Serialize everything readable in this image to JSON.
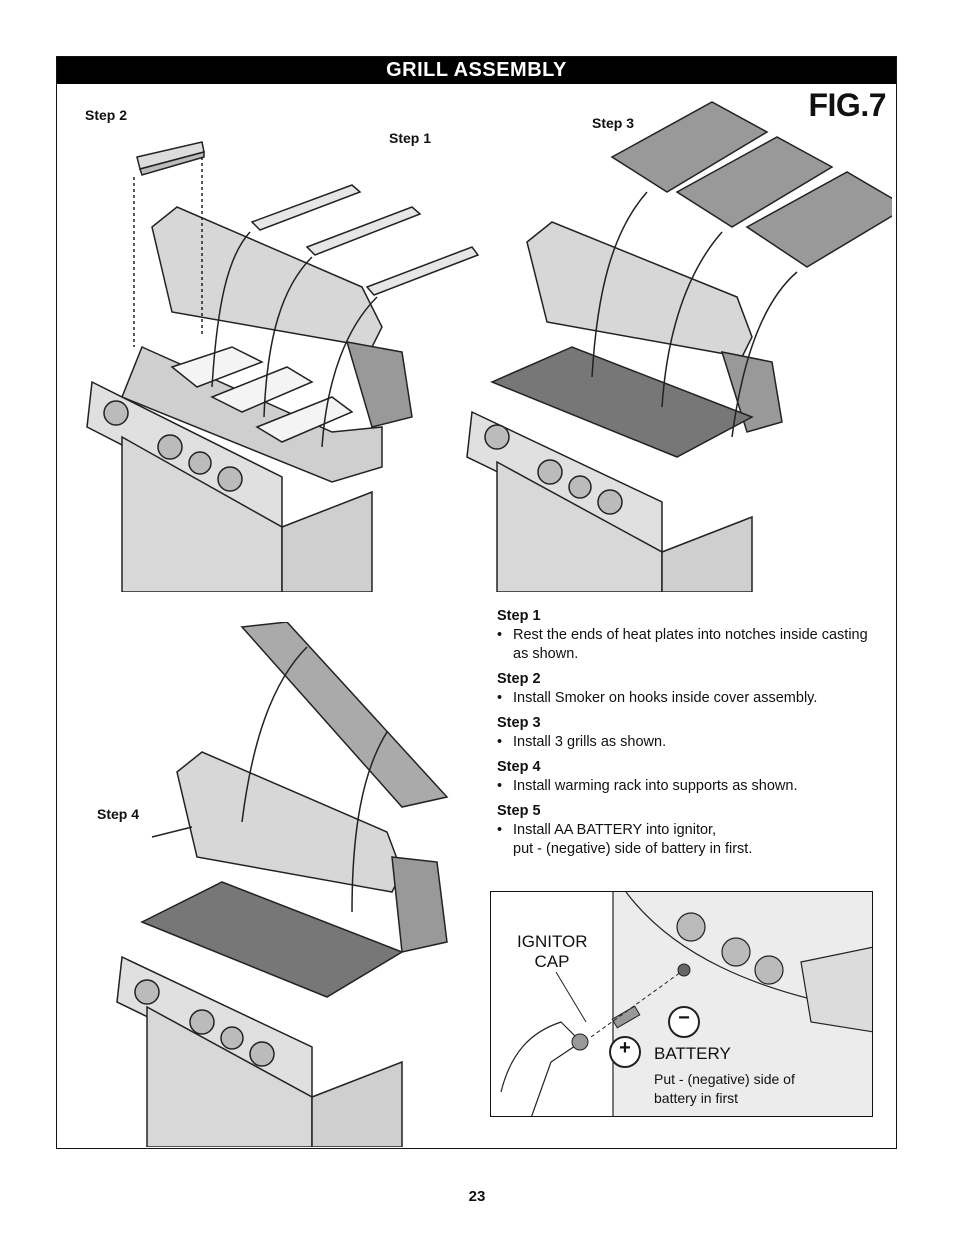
{
  "header": {
    "title": "GRILL ASSEMBLY",
    "figure_label": "FIG.7"
  },
  "callouts": {
    "step2_top": "Step 2",
    "step1_top": "Step 1",
    "step3_top": "Step 3",
    "step4_side": "Step 4"
  },
  "instructions": [
    {
      "title": "Step 1",
      "lines": [
        "Rest the ends of heat plates into notches inside casting as shown."
      ]
    },
    {
      "title": "Step 2",
      "lines": [
        "Install Smoker on hooks inside cover assembly."
      ]
    },
    {
      "title": "Step 3",
      "lines": [
        "Install 3 grills as shown."
      ]
    },
    {
      "title": "Step 4",
      "lines": [
        "Install warming rack into supports as shown."
      ]
    },
    {
      "title": "Step 5",
      "lines": [
        "Install AA BATTERY into ignitor,",
        "put - (negative) side of battery in first."
      ]
    }
  ],
  "inset": {
    "ignitor_cap_line1": "IGNITOR",
    "ignitor_cap_line2": "CAP",
    "battery": "BATTERY",
    "note_line1": "Put - (negative) side of",
    "note_line2": "battery in first",
    "plus_symbol": "+",
    "minus_symbol": "−"
  },
  "page_number": "23"
}
